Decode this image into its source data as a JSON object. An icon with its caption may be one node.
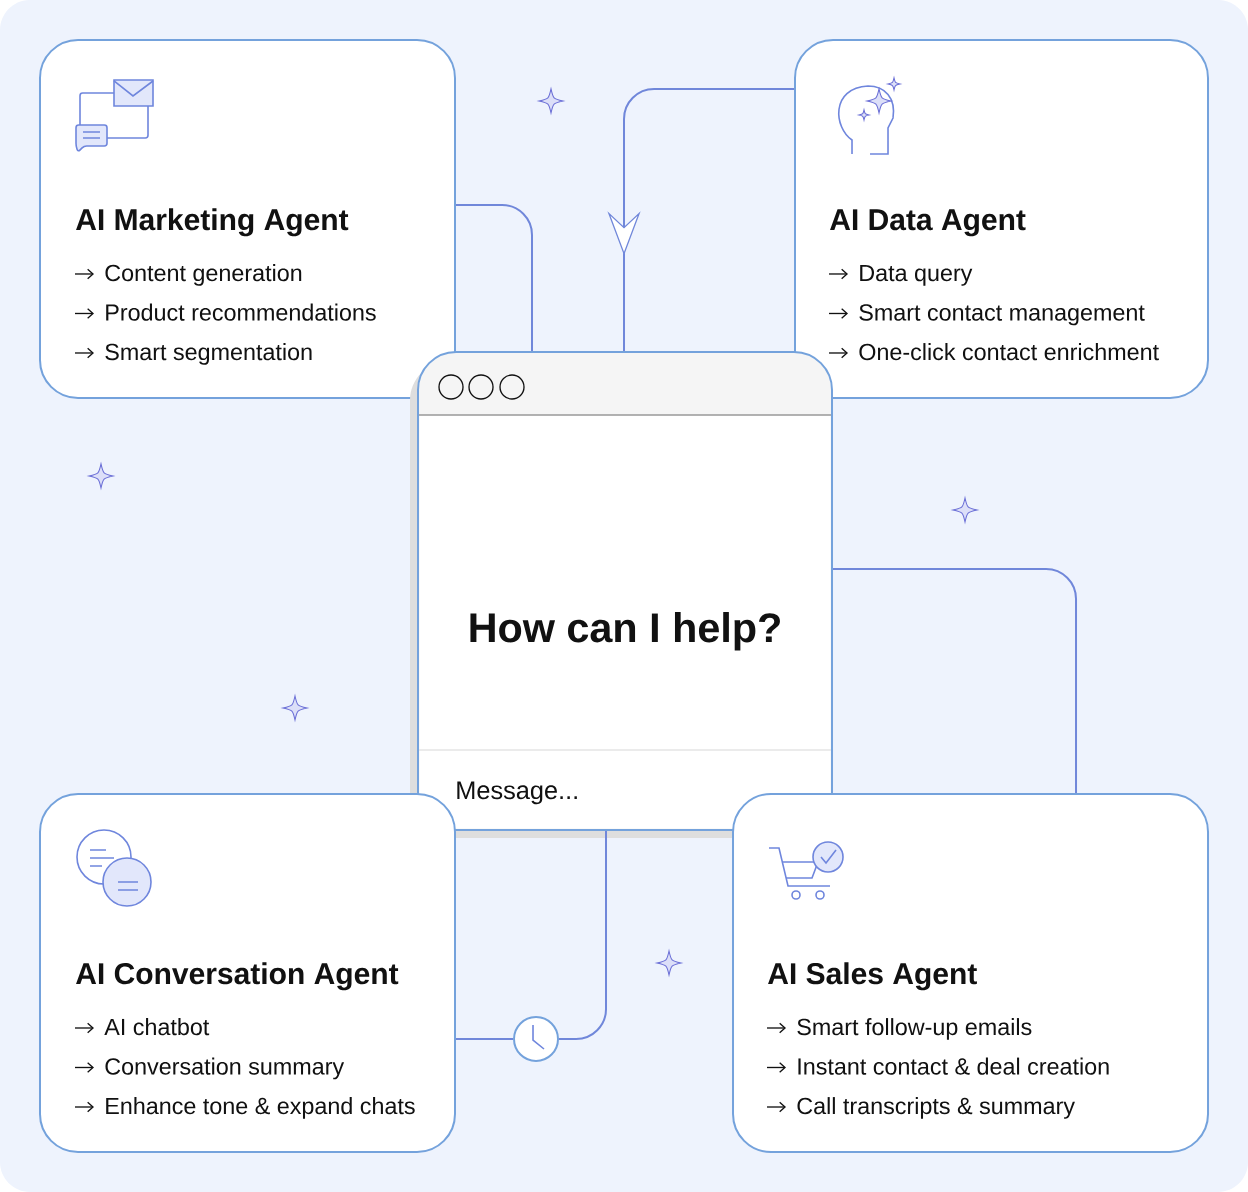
{
  "diagram": {
    "nodes": [
      {
        "text": [
          "AI Marketing Agent",
          "Content generation",
          "Product recommendations",
          "Smart segmentation"
        ]
      },
      {
        "text": [
          "AI Data Agent",
          "Data query",
          "Smart contact management",
          "One-click contact enrichment"
        ]
      },
      {
        "text": [
          "How can I help?",
          "Message..."
        ]
      },
      {
        "text": [
          "AI Conversation Agent",
          "AI chatbot",
          "Conversation summary",
          "Enhance tone & expand chats"
        ]
      },
      {
        "text": [],
        "shape": "circle"
      },
      {
        "text": [
          "AI Sales Agent",
          "Smart follow-up emails",
          "Instant contact & deal creation",
          "Call transcripts & summary"
        ]
      }
    ],
    "edges": [
      {
        "from": 0,
        "to": 2,
        "arrow": "none"
      },
      {
        "from": 1,
        "to": 2,
        "arrow": "to"
      },
      {
        "from": 2,
        "to": 5,
        "arrow": "none"
      },
      {
        "from": 2,
        "to": 4,
        "arrow": "none"
      },
      {
        "from": 4,
        "to": 3,
        "arrow": "none"
      }
    ]
  }
}
